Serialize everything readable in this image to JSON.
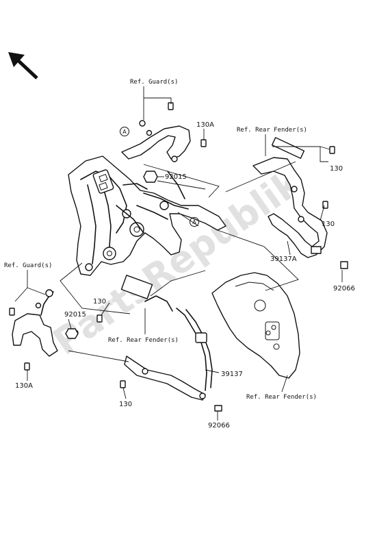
{
  "labels": {
    "ref_guard_top": "Ref. Guard(s)",
    "ref_guard_left": "Ref. Guard(s)",
    "ref_rear_fender_top": "Ref. Rear Fender(s)",
    "ref_rear_fender_mid": "Ref. Rear Fender(s)",
    "ref_rear_fender_bottom": "Ref. Rear Fender(s)",
    "p130a_top": "130A",
    "p130a_left": "130A",
    "p130_right": "130",
    "p130_right_mid": "130",
    "p130_left": "130",
    "p130_bottom": "130",
    "p92015_top": "92015",
    "p92015_left": "92015",
    "p39137a": "39137A",
    "p39137": "39137",
    "p92066_right": "92066",
    "p92066_bottom": "92066",
    "callout_a1": "A",
    "callout_a2": "A"
  },
  "watermark": "PartsRepublik",
  "colors": {
    "line": "#111111",
    "watermark": "#c8c8c8",
    "background": "#ffffff"
  },
  "icons": {
    "direction": "front-direction-arrow-icon"
  }
}
